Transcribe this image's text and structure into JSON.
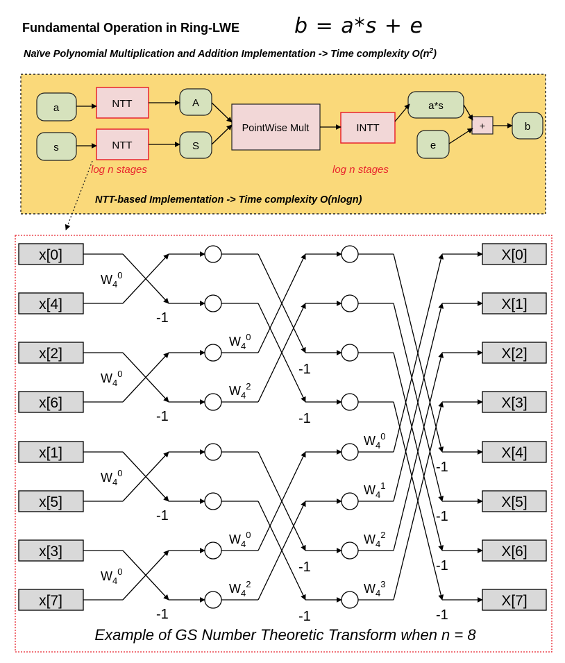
{
  "header": {
    "title": "Fundamental Operation in Ring-LWE",
    "formula": "b =  a*s + e",
    "subtitle_main": "Naïve Polynomial Multiplication and Addition Implementation -> Time complexity O(n",
    "subtitle_sup": "2",
    "subtitle_end": ")"
  },
  "top_panel": {
    "colors": {
      "panel": "#fad97a",
      "node": "#d6e2bd",
      "box": "#f2d7d7",
      "box_border": "#e8242d",
      "stage_text": "#e8242d"
    },
    "nodes": {
      "a": "a",
      "s": "s",
      "A": "A",
      "S": "S",
      "as": "a*s",
      "e": "e",
      "b": "b"
    },
    "ntt_label": "NTT",
    "pointwise_label": "PointWise Mult",
    "intt_label": "INTT",
    "plus_label": "+",
    "stage_left": "log n stages",
    "stage_right": "log n stages",
    "caption": "NTT-based Implementation -> Time complexity O(nlogn)"
  },
  "butterfly": {
    "border_color": "#e8242d",
    "inputs": [
      "x[0]",
      "x[4]",
      "x[2]",
      "x[6]",
      "x[1]",
      "x[5]",
      "x[3]",
      "x[7]"
    ],
    "outputs": [
      "X[0]",
      "X[1]",
      "X[2]",
      "X[3]",
      "X[4]",
      "X[5]",
      "X[6]",
      "X[7]"
    ],
    "twiddle_base": "W",
    "twiddle_sub": "4",
    "stage1_exps": [
      "0",
      "0",
      "0",
      "0"
    ],
    "stage2_exps": [
      "0",
      "2",
      "0",
      "2"
    ],
    "stage3_exps": [
      "0",
      "1",
      "2",
      "3"
    ],
    "neg_one": "-1",
    "caption": "Example of GS Number Theoretic Transform when n = 8"
  }
}
